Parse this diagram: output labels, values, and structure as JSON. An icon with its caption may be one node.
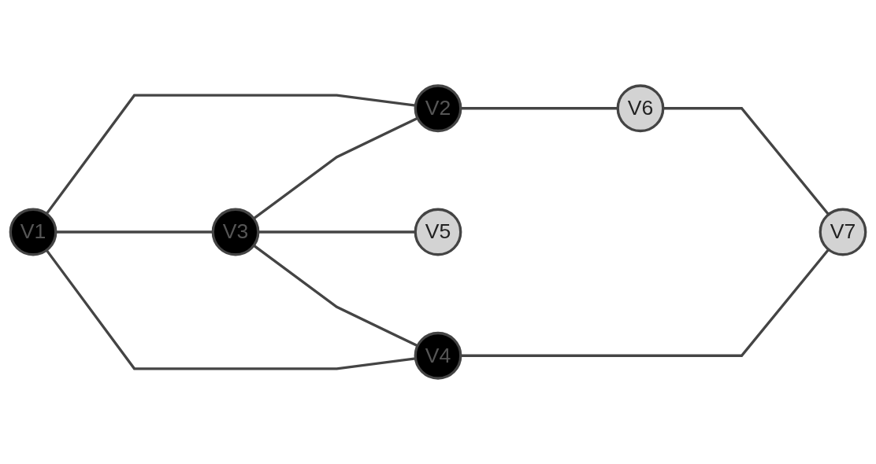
{
  "diagram": {
    "nodes": [
      {
        "text": [
          "V1"
        ]
      },
      {
        "text": [
          "V2"
        ]
      },
      {
        "text": [
          "V3"
        ]
      },
      {
        "text": [
          "V4"
        ]
      },
      {
        "text": [
          "V5"
        ]
      },
      {
        "text": [
          "V6"
        ]
      },
      {
        "text": [
          "V7"
        ]
      }
    ],
    "edges": [
      {
        "from": 0,
        "to": 1,
        "arrow": "none"
      },
      {
        "from": 0,
        "to": 2,
        "arrow": "none"
      },
      {
        "from": 0,
        "to": 3,
        "arrow": "none"
      },
      {
        "from": 2,
        "to": 1,
        "arrow": "none"
      },
      {
        "from": 2,
        "to": 4,
        "arrow": "none"
      },
      {
        "from": 2,
        "to": 3,
        "arrow": "none"
      },
      {
        "from": 1,
        "to": 5,
        "arrow": "none"
      },
      {
        "from": 5,
        "to": 6,
        "arrow": "none"
      },
      {
        "from": 3,
        "to": 6,
        "arrow": "none"
      }
    ]
  }
}
